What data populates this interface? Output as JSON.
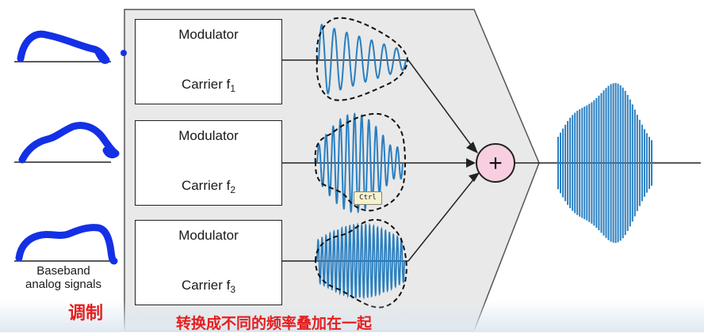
{
  "modulators": [
    {
      "title": "Modulator",
      "carrier": "Carrier f",
      "index": "1"
    },
    {
      "title": "Modulator",
      "carrier": "Carrier f",
      "index": "2"
    },
    {
      "title": "Modulator",
      "carrier": "Carrier f",
      "index": "3"
    }
  ],
  "baseband_label": [
    "Baseband",
    "analog signals"
  ],
  "summer_symbol": "+",
  "annotations": {
    "modulation": "调制",
    "combine": "转换成不同的频率叠加在一起"
  },
  "tooltip": "Ctrl",
  "colors": {
    "carrier_wave": "#e0287a",
    "modulated_wave": "#2a7fc1",
    "handwriting": "#1430e6",
    "panel": "#e9e9e9",
    "summer_fill": "#f7cfe0",
    "annotation": "#e51f1f"
  }
}
